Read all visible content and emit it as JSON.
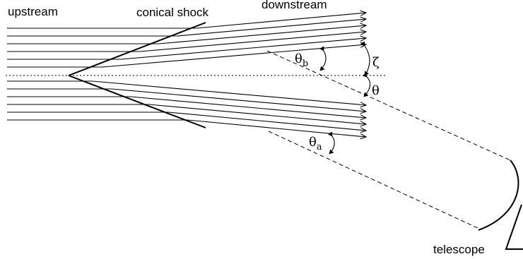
{
  "labels": {
    "upstream": "upstream",
    "conical_shock": "conical shock",
    "downstream": "downstream",
    "telescope": "telescope",
    "theta": "θ",
    "theta_a_symbol": "θ",
    "theta_a_sub": "a",
    "theta_b_symbol": "θ",
    "theta_b_sub": "b",
    "zeta": "ζ"
  },
  "colors": {
    "line": "#000000",
    "background": "#ffffff"
  }
}
